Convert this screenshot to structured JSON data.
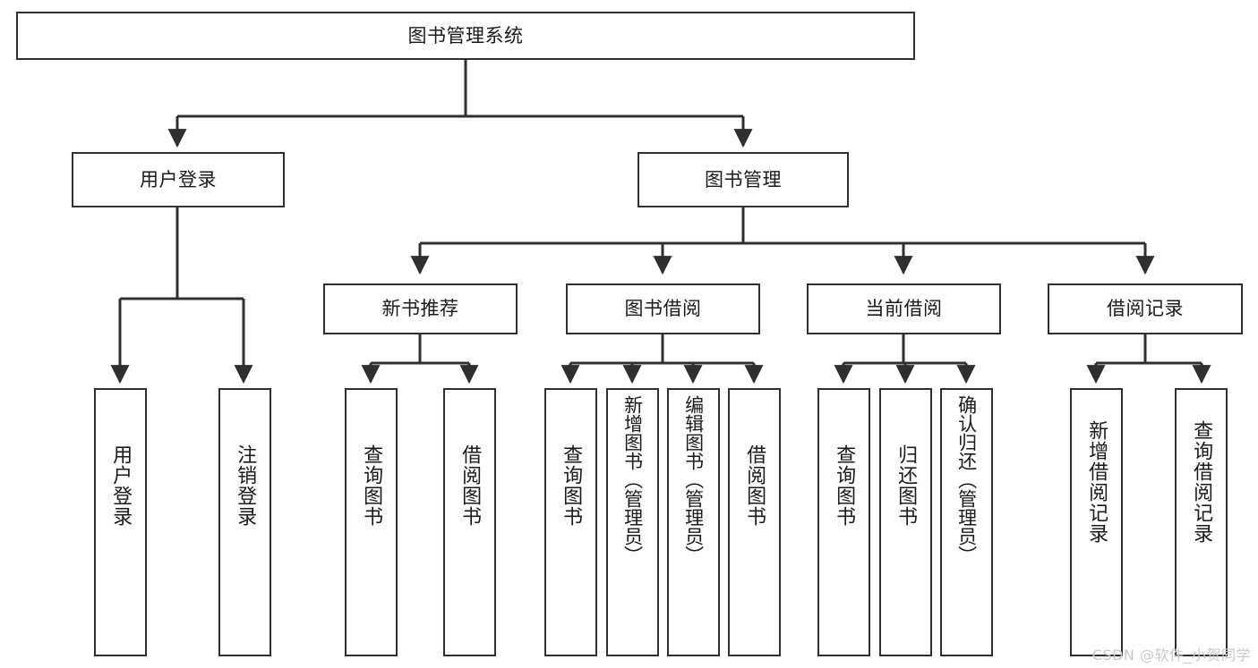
{
  "diagram": {
    "title": "图书管理系统",
    "type": "tree-diagram",
    "root": {
      "label": "图书管理系统"
    },
    "level2": [
      {
        "label": "用户登录"
      },
      {
        "label": "图书管理"
      }
    ],
    "level3": [
      {
        "label": "新书推荐"
      },
      {
        "label": "图书借阅"
      },
      {
        "label": "当前借阅"
      },
      {
        "label": "借阅记录"
      }
    ],
    "leaves": {
      "user_login": [
        {
          "label": "用户登录"
        },
        {
          "label": "注销登录"
        }
      ],
      "new_book_recommend": [
        {
          "label": "查询图书"
        },
        {
          "label": "借阅图书"
        }
      ],
      "book_borrow": [
        {
          "label": "查询图书"
        },
        {
          "label": "新增图书（管理员）"
        },
        {
          "label": "编辑图书（管理员）"
        },
        {
          "label": "借阅图书"
        }
      ],
      "current_borrow": [
        {
          "label": "查询图书"
        },
        {
          "label": "归还图书"
        },
        {
          "label": "确认归还（管理员）"
        }
      ],
      "borrow_record": [
        {
          "label": "新增借阅记录"
        },
        {
          "label": "查询借阅记录"
        }
      ]
    }
  },
  "watermark": {
    "text": "CSDN @软件_小贺同学"
  },
  "colors": {
    "stroke": "#2f2f2f",
    "background": "#ffffff",
    "text": "#1a1a1a",
    "watermark": "#c9c9c9"
  }
}
